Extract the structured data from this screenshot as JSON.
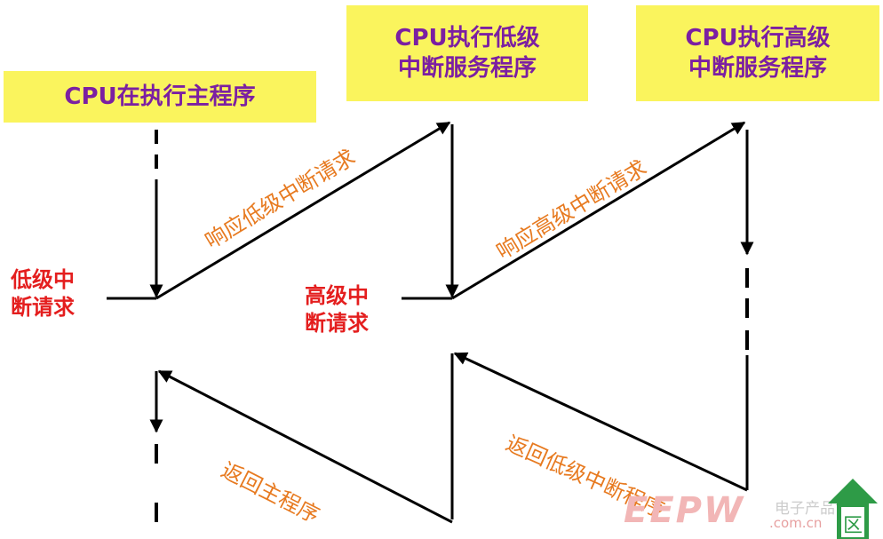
{
  "boxes": {
    "main": {
      "line1": "CPU在执行主程序",
      "line2": ""
    },
    "low": {
      "line1": "CPU执行低级",
      "line2": "中断服务程序"
    },
    "high": {
      "line1": "CPU执行高级",
      "line2": "中断服务程序"
    }
  },
  "labels": {
    "low_interrupt": {
      "line1": "低级中",
      "line2": "断请求"
    },
    "high_interrupt": {
      "line1": "高级中",
      "line2": "断请求"
    },
    "respond_low": "响应低级中断请求",
    "respond_high": "响应高级中断请求",
    "return_main": "返回主程序",
    "return_low": "返回低级中断程序"
  },
  "watermark": {
    "brand": "EEPW",
    "subtitle": "电子产品世界",
    "url": ".com.cn"
  },
  "colors": {
    "box_fill": "#FAF45D",
    "box_text": "#7B1FA2",
    "red_label": "#E41E1E",
    "orange_label": "#E77A20",
    "line": "#000000",
    "nav_green": "#2E9B47"
  },
  "nav": {
    "icon": "home-triangle-icon",
    "glyph": "区"
  }
}
